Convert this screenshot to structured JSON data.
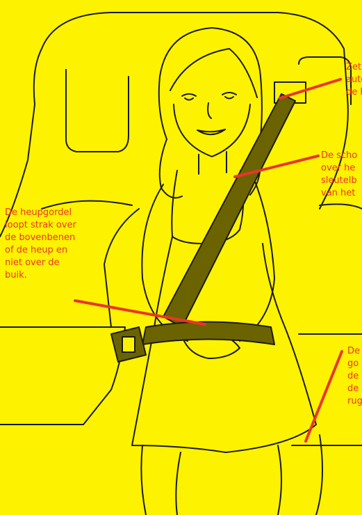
{
  "colors": {
    "background": "#fdf200",
    "outline": "#1a1a1a",
    "belt": "#6b6300",
    "pointer": "#e8362a"
  },
  "annotations": {
    "headrest": {
      "lines": [
        "Zet",
        "auto",
        "de h"
      ]
    },
    "shoulder_belt": {
      "lines": [
        "De scho",
        "over he",
        "sleutelb",
        "van het"
      ]
    },
    "lap_belt": {
      "lines": [
        "De heupgordel",
        "loopt strak over",
        "de bovenbenen",
        "of de heup en",
        "niet over de",
        "buik."
      ]
    },
    "back": {
      "lines": [
        "De",
        "go",
        "de",
        "de",
        "rug"
      ]
    }
  }
}
